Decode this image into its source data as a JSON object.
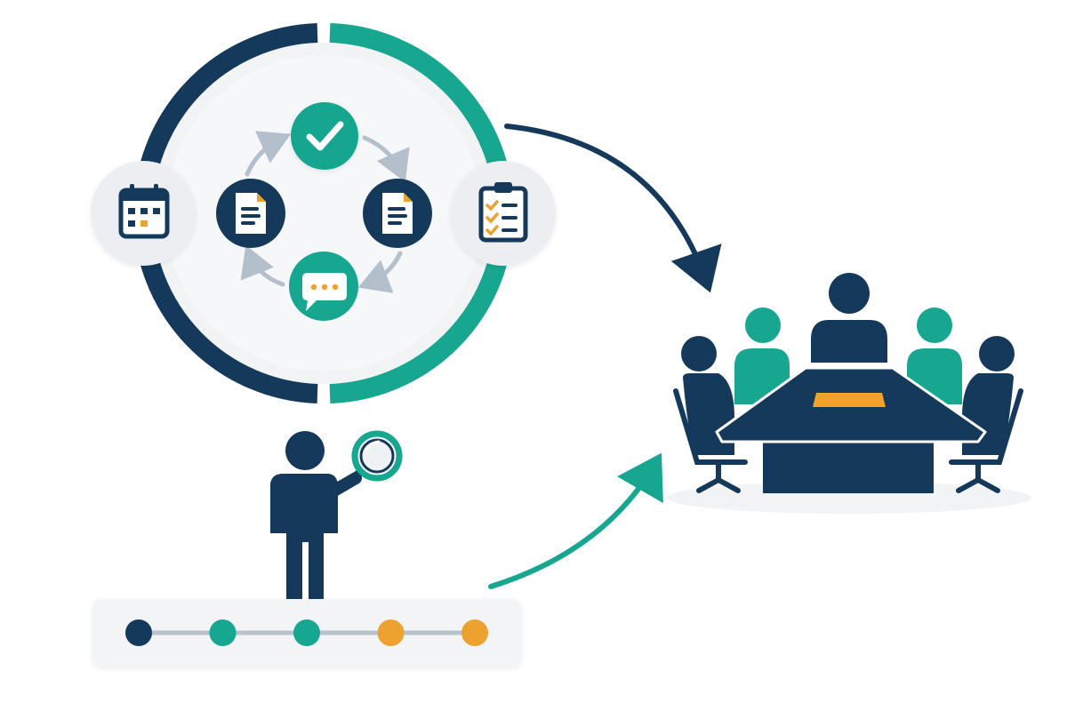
{
  "colors": {
    "navy": "#14395b",
    "teal": "#17a68f",
    "orange": "#eda12f",
    "ring_inner": "#f1f3f5",
    "badge_bg": "#eceef1",
    "arrow_gray": "#b3bfcb",
    "panel_bg": "#f2f4f6",
    "table_accent": "#f0a22a"
  },
  "cycle": {
    "ring_segments": [
      "navy",
      "teal",
      "teal",
      "navy"
    ],
    "side_badges": [
      {
        "icon": "calendar-icon"
      },
      {
        "icon": "clipboard-checklist-icon"
      }
    ],
    "nodes": [
      {
        "icon": "check-icon",
        "color": "teal"
      },
      {
        "icon": "document-icon",
        "color": "navy"
      },
      {
        "icon": "chat-bubble-icon",
        "color": "teal"
      },
      {
        "icon": "document-icon",
        "color": "navy"
      }
    ]
  },
  "timeline": {
    "dots": [
      "navy",
      "teal",
      "teal",
      "orange",
      "orange"
    ]
  },
  "meeting": {
    "people": [
      "navy",
      "teal",
      "navy",
      "teal",
      "navy"
    ],
    "table_icon": "conference-table-icon"
  },
  "connectors": [
    {
      "from": "cycle",
      "to": "meeting",
      "color": "navy"
    },
    {
      "from": "timeline",
      "to": "meeting",
      "color": "teal"
    }
  ]
}
